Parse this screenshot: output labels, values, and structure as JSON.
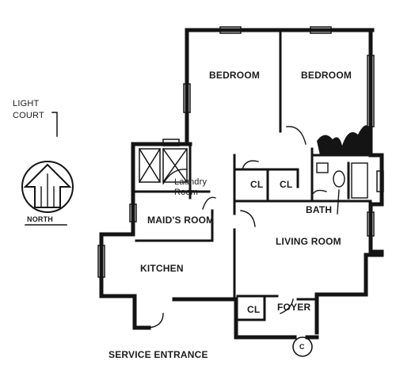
{
  "labels": {
    "bedroom_1": "BEDROOM",
    "bedroom_2": "BEDROOM",
    "light_court_1": "LIGHT",
    "light_court_2": "COURT",
    "laundry_1": "Laundry",
    "laundry_2": "Room",
    "closet_1": "CL",
    "closet_2": "CL",
    "closet_3": "CL",
    "bath": "BATH",
    "maids_room": "MAID'S ROOM",
    "living_room": "LIVING ROOM",
    "kitchen": "KITCHEN",
    "foyer": "FOYER",
    "service_entrance": "SERVICE ENTRANCE",
    "north": "NORTH",
    "entry_marker": "C"
  },
  "colors": {
    "wall": "#141414",
    "background": "#ffffff"
  }
}
